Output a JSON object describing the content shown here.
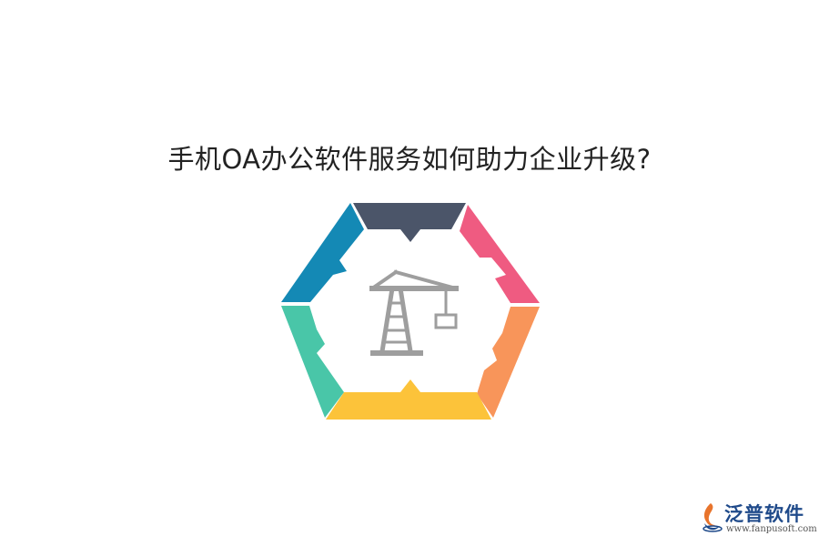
{
  "page": {
    "title": "手机OA办公软件服务如何助力企业升级?"
  },
  "diagram": {
    "shape": "hexagon-cycle",
    "center_icon": "crane-icon",
    "segments": [
      {
        "id": "top",
        "color": "#4b5569"
      },
      {
        "id": "upper-right",
        "color": "#ef5b81"
      },
      {
        "id": "lower-right",
        "color": "#f8955a"
      },
      {
        "id": "bottom",
        "color": "#fcc33a"
      },
      {
        "id": "lower-left",
        "color": "#49c6a8"
      },
      {
        "id": "upper-left",
        "color": "#1489b5"
      }
    ],
    "icon_color": "#9e9e9e"
  },
  "logo": {
    "name": "泛普软件",
    "url": "www.fanpusoft.com",
    "mark_icon": "fanpu-logo-icon"
  }
}
